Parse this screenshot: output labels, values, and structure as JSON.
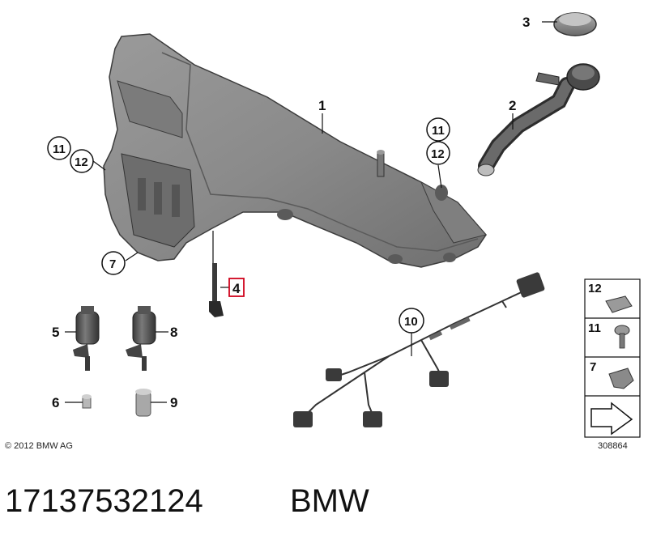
{
  "callouts": {
    "c1": "1",
    "c2": "2",
    "c3": "3",
    "c4": "4",
    "c5": "5",
    "c6": "6",
    "c7": "7",
    "c8": "8",
    "c9": "9",
    "c10": "10",
    "c11_left": "11",
    "c12_left": "12",
    "c11_right": "11",
    "c12_right": "12"
  },
  "legend_box": {
    "item_a": "12",
    "item_b": "11",
    "item_c": "7"
  },
  "copyright": "© 2012 BMW AG",
  "diagram_number": "308864",
  "caption": {
    "part_number": "17137532124",
    "brand": "BMW"
  },
  "colors": {
    "part_fill": "#8c8c8c",
    "part_dark": "#4a4a4a",
    "highlight_box": "#d0021b"
  }
}
